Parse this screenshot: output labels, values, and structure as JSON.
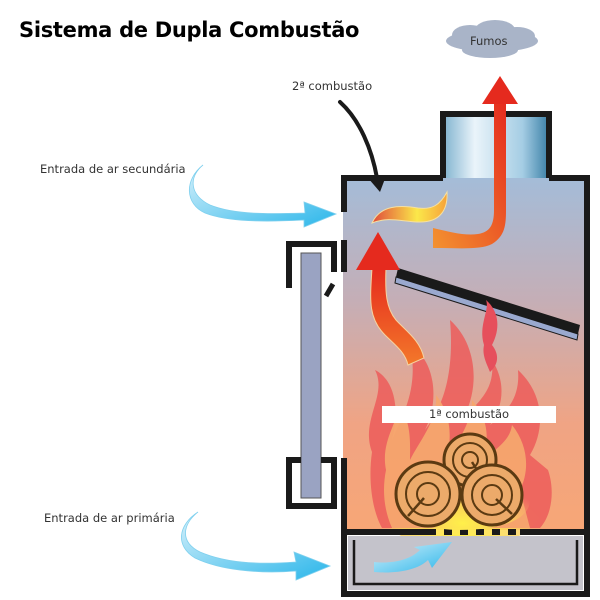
{
  "diagram": {
    "title": "Sistema de Dupla Combustão",
    "labels": {
      "fumes": "Fumos",
      "second_combustion": "2ª combustão",
      "secondary_air": "Entrada de ar secundária",
      "primary_air": "Entrada de ar primária",
      "first_combustion": "1ª combustão"
    },
    "colors": {
      "air_arrow": "#3fc1ec",
      "flame_red": "#e8321e",
      "flame_orange": "#f3782a",
      "flame_yellow": "#fbe84a",
      "chamber_top": "#a4bcd8",
      "chamber_bottom": "#f6a57c",
      "ash_box": "#c4c3cb",
      "log": "#ecaa6a",
      "log_outline": "#5b3a12",
      "cloud": "#a9b4c8",
      "outline": "#1a1a1a",
      "glass": "#9aa3c2"
    }
  }
}
